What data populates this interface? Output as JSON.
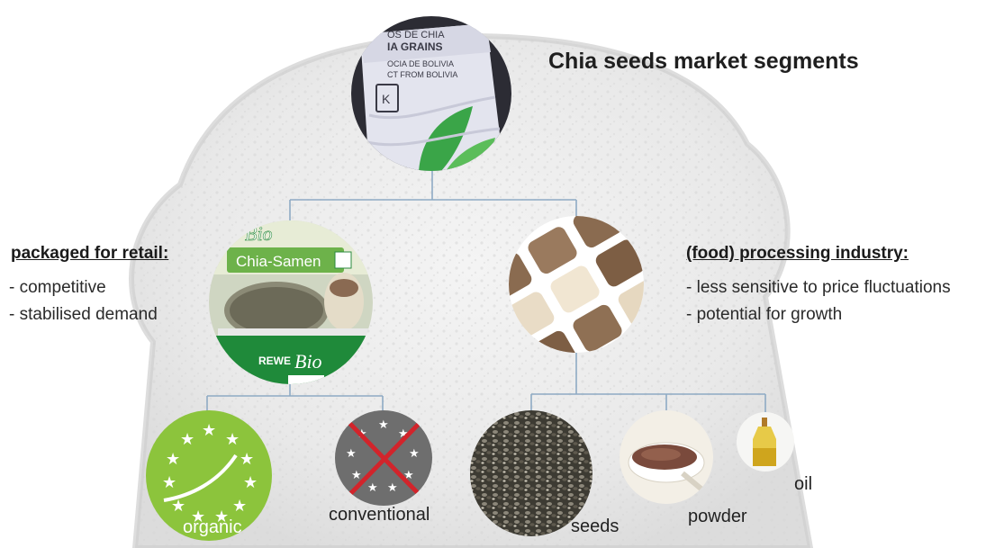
{
  "title": "Chia seeds market segments",
  "retail": {
    "heading": "packaged for retail:",
    "points": [
      "- competitive",
      "- stabilised demand"
    ],
    "package_text": {
      "bio": "Bio",
      "product": "Chia-Samen",
      "store": "REWE",
      "store_bio": "Bio"
    }
  },
  "industry": {
    "heading": "(food) processing industry:",
    "points": [
      "- less sensitive to price fluctuations",
      "- potential for growth"
    ]
  },
  "top_bag": {
    "lines": [
      "OS DE CHIA",
      "IA GRAINS",
      "OCIA DE BOLIVIA",
      "CT FROM BOLIVIA"
    ],
    "badge": "K"
  },
  "leaves": {
    "organic": "organic",
    "conventional": "conventional",
    "seeds": "seeds",
    "powder": "powder",
    "oil": "oil"
  },
  "colors": {
    "connector": "#8eaac4",
    "organic_green": "#8cc43c",
    "conventional_grey": "#6e6e6e",
    "cross_red": "#d2242b",
    "rewe_green": "#1f8a3a",
    "title_text": "#1f1f1f"
  }
}
